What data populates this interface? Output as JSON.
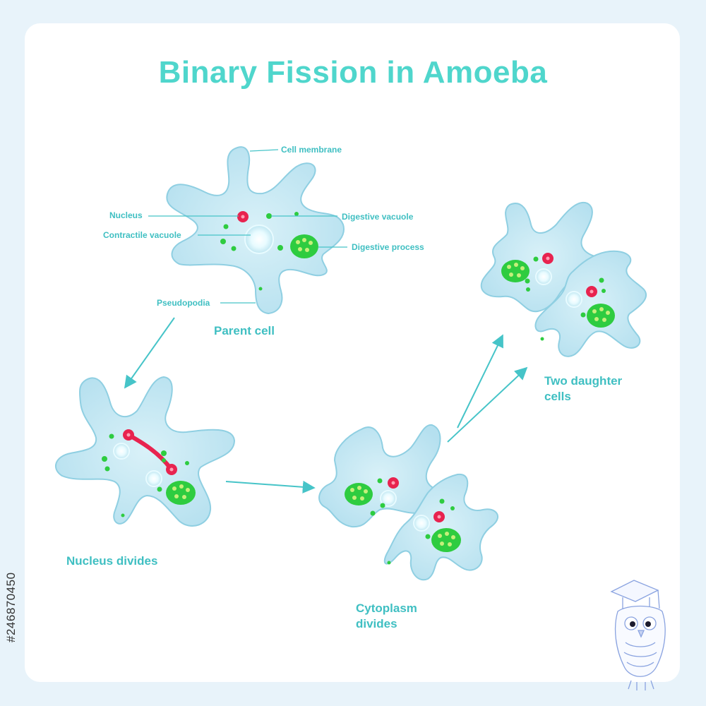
{
  "title": "Binary Fission in Amoeba",
  "labels": {
    "cell_membrane": "Cell membrane",
    "nucleus": "Nucleus",
    "digestive_vacuole": "Digestive vacuole",
    "contractile_vacuole": "Contractile vacuole",
    "digestive_process": "Digestive process",
    "pseudopodia": "Pseudopodia"
  },
  "captions": {
    "parent": "Parent cell",
    "nucleus_divides": "Nucleus divides",
    "cytoplasm_line1": "Cytoplasm",
    "cytoplasm_line2": "divides",
    "daughters_line1": "Two daughter",
    "daughters_line2": "cells"
  },
  "stock_id": "#246870450",
  "colors": {
    "title": "#4fd6cc",
    "label": "#3fbfc2",
    "cytoplasm": "#bfe6f1",
    "membrane": "#8fcfe2",
    "nucleus": "#e8234f",
    "vacuole": "#2ecc40",
    "arrow": "#46c4c8"
  }
}
